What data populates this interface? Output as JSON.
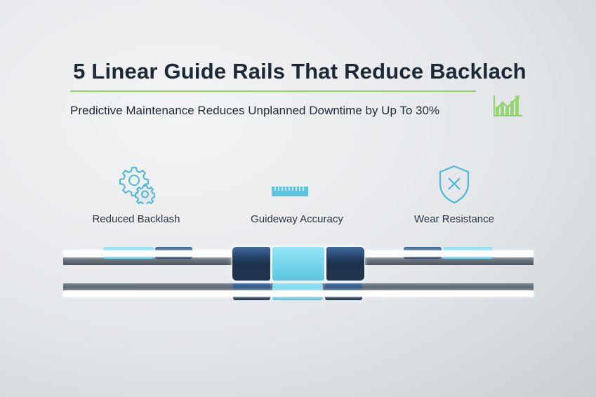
{
  "title": "5 Linear Guide Rails That Reduce Backlach",
  "subtitle": "Predictive Maintenance Reduces Unplanned Downtime by Up To 30%",
  "features": [
    {
      "icon": "gears-icon",
      "label": "Reduced Backlash"
    },
    {
      "icon": "ruler-icon",
      "label": "Guideway Accuracy"
    },
    {
      "icon": "shield-x-icon",
      "label": "Wear Resistance"
    }
  ],
  "colors": {
    "accent_green": "#8fd46a",
    "accent_cyan": "#5cc5df",
    "dark_blue": "#1e3350",
    "text": "#1c2836"
  }
}
